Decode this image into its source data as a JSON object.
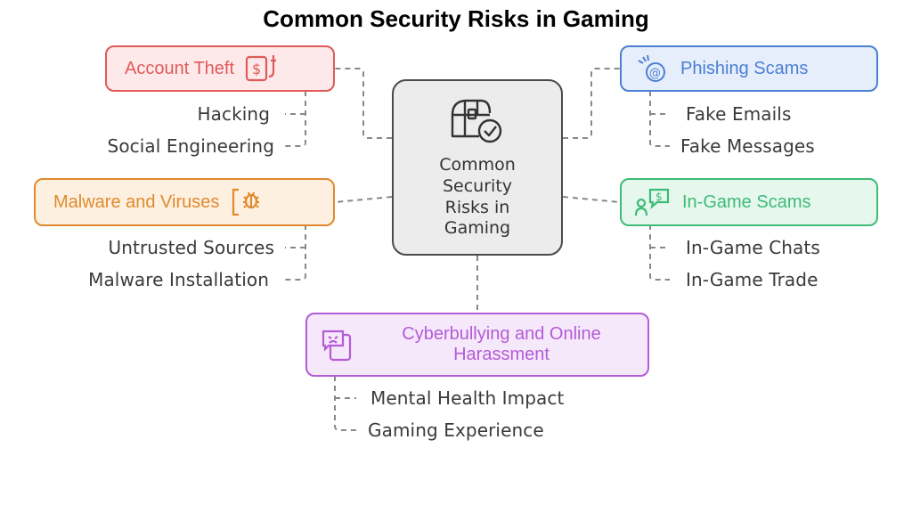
{
  "title": "Common Security Risks in Gaming",
  "center": {
    "label": "Common Security Risks in Gaming",
    "icon": "treasure-chest-check-icon"
  },
  "categories": [
    {
      "label": "Account Theft",
      "icon": "dollar-document-hook-icon",
      "color": "#e05a5a",
      "fill": "#fde9e9",
      "items": [
        "Hacking",
        "Social Engineering"
      ]
    },
    {
      "label": "Phishing Scams",
      "icon": "email-at-bomb-icon",
      "color": "#4a7fd4",
      "fill": "#e6eefb",
      "items": [
        "Fake Emails",
        "Fake Messages"
      ]
    },
    {
      "label": "Malware and Viruses",
      "icon": "bug-document-icon",
      "color": "#e08a2c",
      "fill": "#fdf0e1",
      "items": [
        "Untrusted Sources",
        "Malware Installation"
      ]
    },
    {
      "label": "In-Game Scams",
      "icon": "person-dollar-chat-icon",
      "color": "#3ebb76",
      "fill": "#e6f7ee",
      "items": [
        "In-Game Chats",
        "In-Game Trade"
      ]
    },
    {
      "label": "Cyberbullying and Online Harassment",
      "icon": "angry-phone-message-icon",
      "color": "#b45bd6",
      "fill": "#f6e8fb",
      "items": [
        "Mental Health Impact",
        "Gaming Experience"
      ]
    }
  ]
}
